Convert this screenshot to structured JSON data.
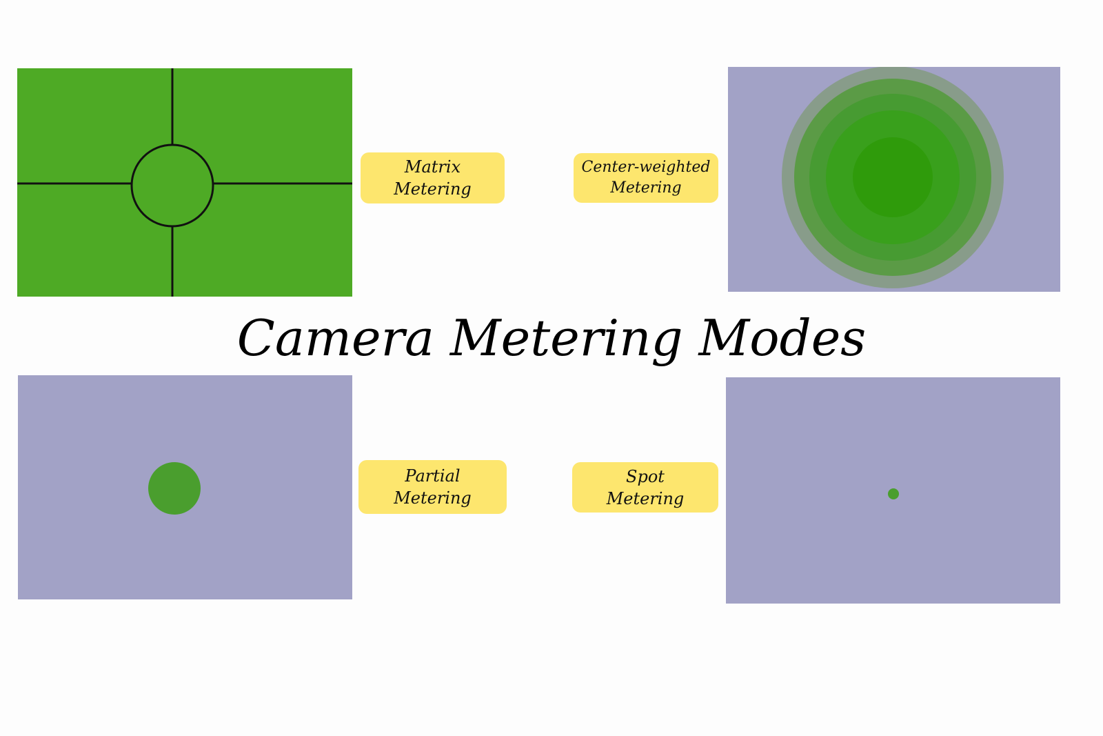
{
  "title": "Camera Metering Modes",
  "colors": {
    "background": "#fdfdfd",
    "scene_green": "#4eaa25",
    "scene_purple": "#a2a2c6",
    "metering_green": "#4a9e2e",
    "label_yellow": "#fde66e",
    "line_black": "#111111"
  },
  "modes": [
    {
      "id": "matrix",
      "label_line1": "Matrix",
      "label_line2": "Metering"
    },
    {
      "id": "center-weighted",
      "label_line1": "Center-weighted",
      "label_line2": "Metering"
    },
    {
      "id": "partial",
      "label_line1": "Partial",
      "label_line2": "Metering"
    },
    {
      "id": "spot",
      "label_line1": "Spot",
      "label_line2": "Metering"
    }
  ]
}
